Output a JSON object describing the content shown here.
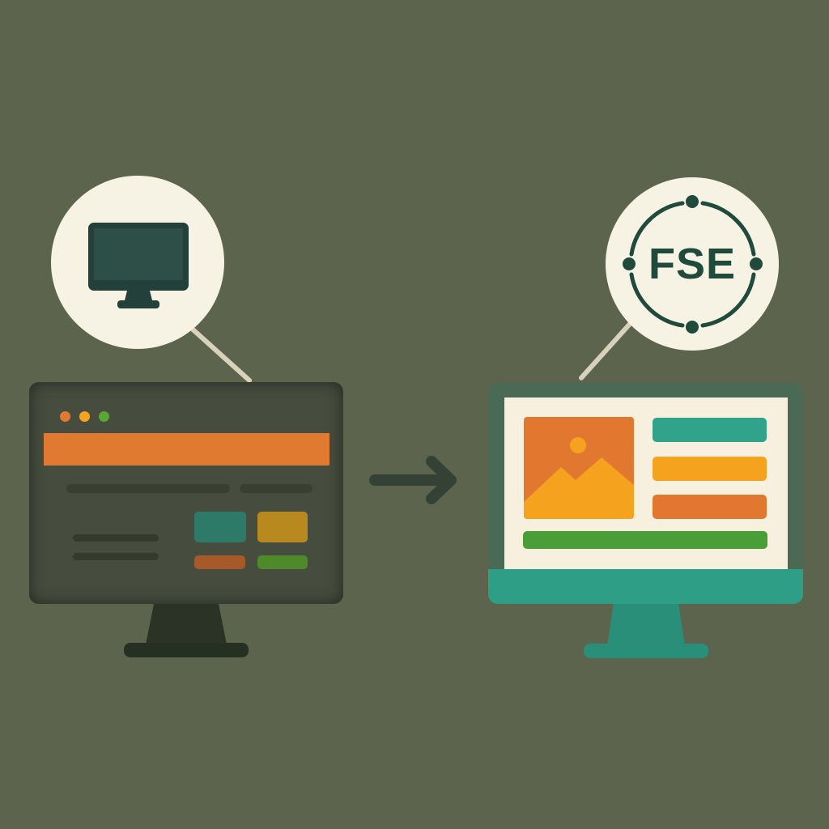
{
  "background_color": "#5c644d",
  "left": {
    "bubble": {
      "icon": "desktop-monitor-icon",
      "color": "#2a4d45"
    },
    "monitor": {
      "style": "classic",
      "window_dots": [
        "#e07a33",
        "#f0a422",
        "#5aa632"
      ],
      "header_bar_color": "#e07a30",
      "blocks": [
        "#2e7a68",
        "#b8891e",
        "#a65a2a",
        "#4f8a2a"
      ]
    }
  },
  "arrow": {
    "icon": "arrow-right-icon",
    "color": "#344236"
  },
  "right": {
    "bubble": {
      "label": "FSE",
      "text_color": "#1f4a3c"
    },
    "monitor": {
      "style": "full-site-editing",
      "image_block": {
        "icon": "image-placeholder-icon",
        "bg": "#e27830",
        "fg": "#f5a21e"
      },
      "bars": [
        "#30a38a",
        "#f5a21e",
        "#e27830"
      ],
      "footer_bar_color": "#4a9e38",
      "chin_color": "#2f9e86"
    }
  }
}
